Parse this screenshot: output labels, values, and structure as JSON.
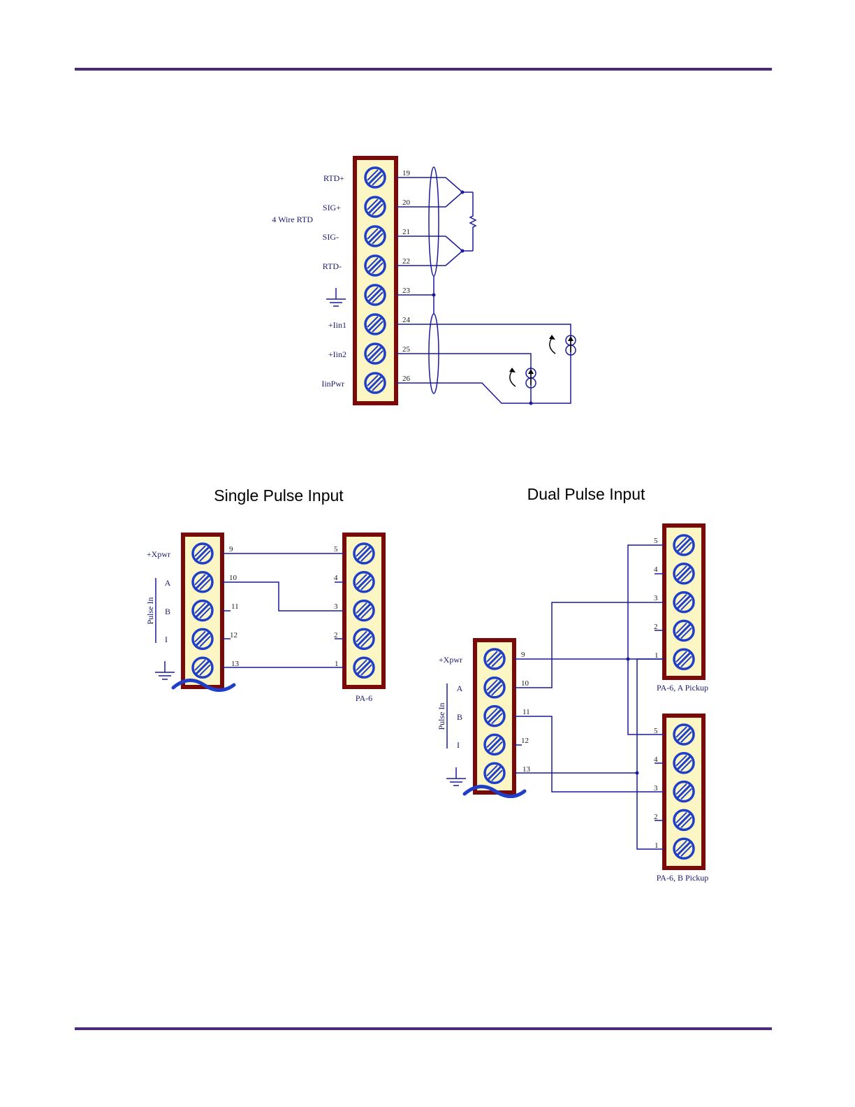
{
  "colors": {
    "rule": "#4b2a78",
    "terminal_border": "#7a0a0a",
    "terminal_fill": "#fbf6c4",
    "wire": "#1a1a9a",
    "screw": "#1f3fc8"
  },
  "rtd": {
    "group_label": "4 Wire RTD",
    "labels": [
      "RTD+",
      "SIG+",
      "SIG-",
      "RTD-",
      "",
      "+Iin1",
      "+Iin2",
      "IinPwr"
    ],
    "pins": [
      "19",
      "20",
      "21",
      "22",
      "23",
      "24",
      "25",
      "26"
    ]
  },
  "single": {
    "title": "Single Pulse Input",
    "xpwr": "+Xpwr",
    "group_label": "Pulse In",
    "channel_labels": [
      "A",
      "B",
      "I"
    ],
    "pins": [
      "9",
      "10",
      "11",
      "12",
      "13"
    ],
    "pa6_pins": [
      "5",
      "4",
      "3",
      "2",
      "1"
    ],
    "pa6_label": "PA-6"
  },
  "dual": {
    "title": "Dual Pulse Input",
    "xpwr": "+Xpwr",
    "group_label": "Pulse In",
    "channel_labels": [
      "A",
      "B",
      "I"
    ],
    "pins": [
      "9",
      "10",
      "11",
      "12",
      "13"
    ],
    "a_pins": [
      "5",
      "4",
      "3",
      "2",
      "1"
    ],
    "a_label": "PA-6, A Pickup",
    "b_pins": [
      "5",
      "4",
      "3",
      "2",
      "1"
    ],
    "b_label": "PA-6, B Pickup"
  }
}
